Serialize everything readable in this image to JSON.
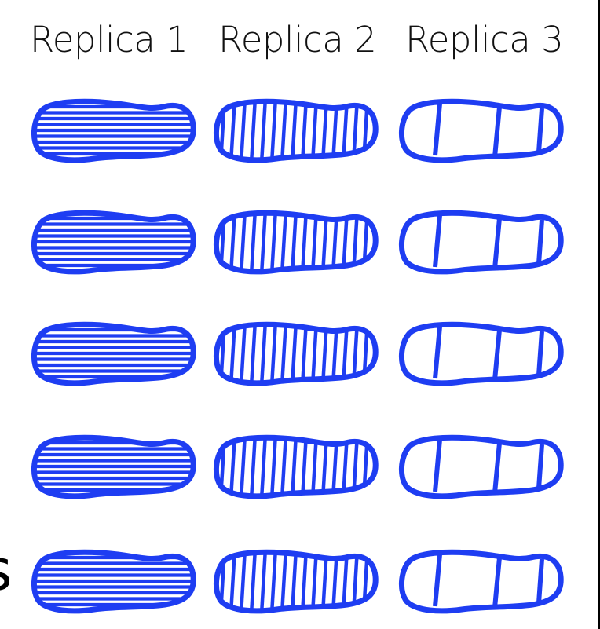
{
  "headers": [
    "Replica 1",
    "Replica 2",
    "Replica 3"
  ],
  "edge_text": "s",
  "colors": {
    "stroke": "#1e3df2",
    "text": "#111111",
    "border": "#000000"
  },
  "rows": 5,
  "replicas": [
    {
      "name": "Replica 1",
      "fill_pattern": "horizontal-stripes"
    },
    {
      "name": "Replica 2",
      "fill_pattern": "dense-vertical-stripes"
    },
    {
      "name": "Replica 3",
      "fill_pattern": "three-vertical-lines"
    }
  ]
}
